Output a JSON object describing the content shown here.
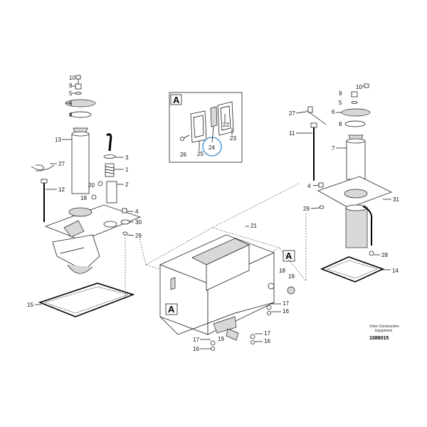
{
  "callouts": {
    "c1": "1",
    "c2": "2",
    "c3": "3",
    "c4_left": "4",
    "c4_right": "4",
    "c5_left": "5",
    "c5_right": "5",
    "c6_left": "6",
    "c6_right": "6",
    "c7": "7",
    "c8_left": "8",
    "c8_right": "8",
    "c9_left": "9",
    "c9_right": "9",
    "c10_left": "10",
    "c10_right": "10",
    "c11": "11",
    "c12": "12",
    "c13": "13",
    "c14": "14",
    "c15": "15",
    "c16_a": "16",
    "c16_b": "16",
    "c16_c": "16",
    "c17_a": "17",
    "c17_b": "17",
    "c17_c": "17",
    "c18_left": "18",
    "c18_right": "18",
    "c19_right": "19",
    "c19_bottom": "19",
    "c20": "20",
    "c21": "21",
    "c22": "22",
    "c23": "23",
    "c24": "24",
    "c25": "25",
    "c26": "26",
    "c27_left": "27",
    "c27_right": "27",
    "c28": "28",
    "c29_left": "29",
    "c29_right": "29",
    "c30": "30",
    "c31": "31"
  },
  "detail_tag": "A",
  "credit": {
    "line1": "Volvo Construction",
    "line2": "Equipment",
    "ref": "1088015"
  },
  "colors": {
    "line": "#000000",
    "highlight_circle": "#5aa0d8",
    "shade": "#d8d8d8"
  }
}
